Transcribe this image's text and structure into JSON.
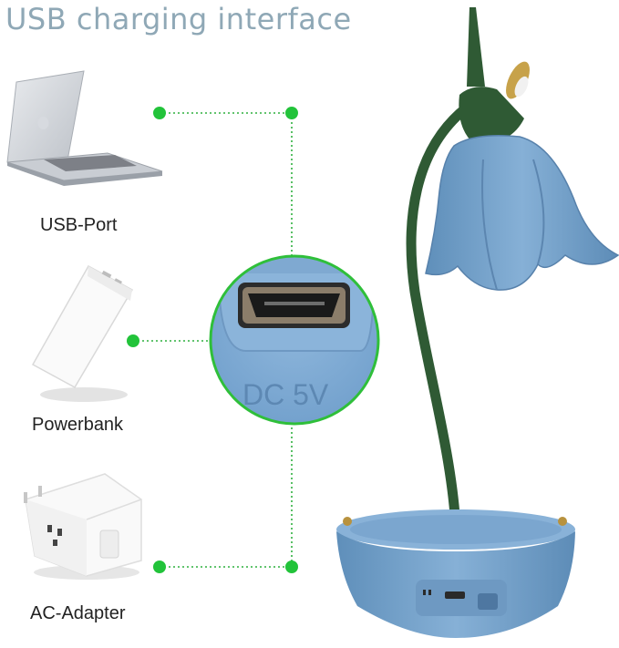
{
  "title": "USB charging interface",
  "sources": [
    {
      "label": "USB-Port",
      "icon": "laptop-icon"
    },
    {
      "label": "Powerbank",
      "icon": "powerbank-icon"
    },
    {
      "label": "AC-Adapter",
      "icon": "ac-adapter-icon"
    }
  ],
  "port": {
    "marking": "DC 5V",
    "icon": "micro-usb-port-icon"
  },
  "colors": {
    "title": "#8fa8b6",
    "connector_dot": "#22c33a",
    "lamp_blue": "#6f9cc4",
    "stem_green": "#2f5a34",
    "zoom_border": "#2fbf3a"
  }
}
